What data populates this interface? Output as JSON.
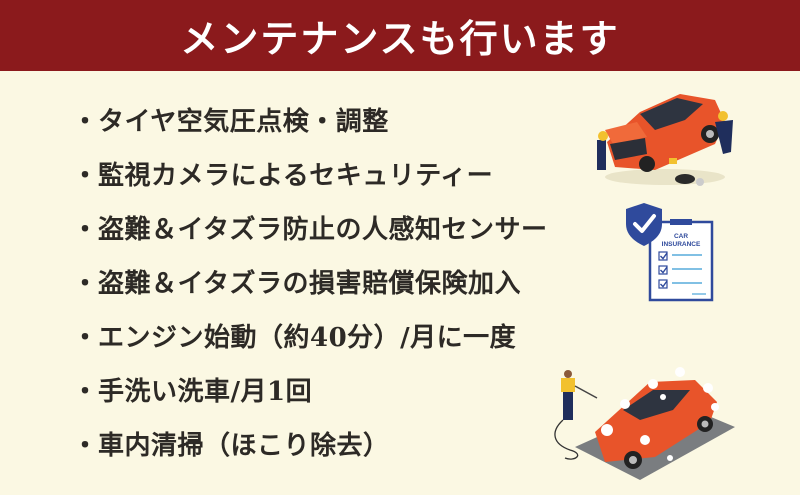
{
  "banner": {
    "title": "メンテナンスも行います",
    "background_color": "#8b1a1c"
  },
  "list": {
    "bullet": "・",
    "items": [
      {
        "label": "タイヤ空気圧点検・調整"
      },
      {
        "label": "監視カメラによるセキュリティー"
      },
      {
        "label": "盗難＆イタズラ防止の人感知センサー"
      },
      {
        "label": "盗難＆イタズラの損害賠償保険加入"
      },
      {
        "label": "エンジン始動（約40分）/月に一度"
      },
      {
        "label": "手洗い洗車/月1回"
      },
      {
        "label": "車内清掃（ほこり除去）"
      }
    ]
  },
  "illustrations": {
    "repair": {
      "name": "car-repair-illustration"
    },
    "insurance": {
      "name": "car-insurance-illustration",
      "heading_line1": "CAR",
      "heading_line2": "INSURANCE"
    },
    "wash": {
      "name": "car-wash-illustration"
    }
  },
  "colors": {
    "background": "#fbf8e3",
    "text": "#2d2a26",
    "car_orange": "#e8542a",
    "shield_blue": "#2f4a9c"
  }
}
